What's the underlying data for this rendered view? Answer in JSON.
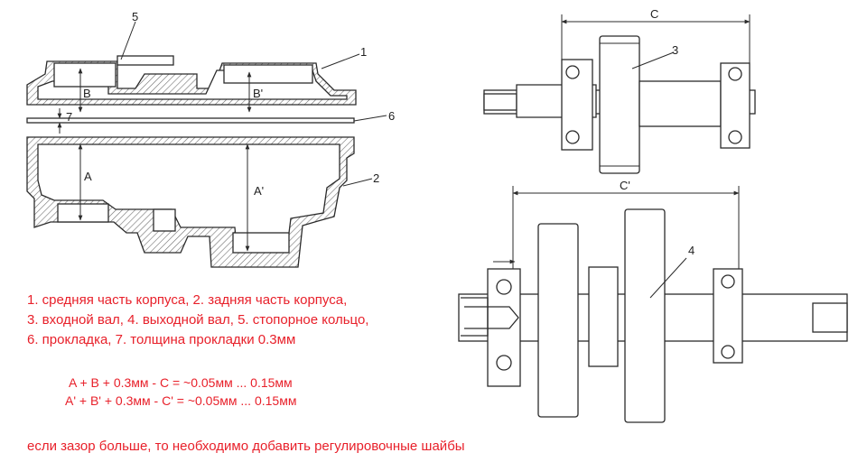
{
  "colors": {
    "line": "#2b2b2b",
    "hatch": "#7d7d7d",
    "fill": "#ffffff",
    "legend_red": "#e8202a"
  },
  "left_drawing": {
    "callout_numbers": {
      "n1": "1",
      "n2": "2",
      "n5": "5",
      "n6": "6",
      "n7": "7"
    },
    "dims": {
      "A": "A",
      "A_prime": "A'",
      "B": "B",
      "B_prime": "B'"
    }
  },
  "right_drawing": {
    "dims": {
      "C": "C",
      "C_prime": "C'"
    },
    "callout_numbers": {
      "n3": "3",
      "n4": "4"
    }
  },
  "legend": {
    "line1": "1. средняя часть корпуса, 2. задняя часть корпуса,",
    "line2": "3. входной вал, 4. выходной вал, 5. стопорное кольцо,",
    "line3": "6. прокладка, 7. толщина прокладки 0.3мм"
  },
  "formulas": {
    "f1": "A + B + 0.3мм - C = ~0.05мм ... 0.15мм",
    "f2": "A' + B' + 0.3мм - C' = ~0.05мм ... 0.15мм"
  },
  "note": "если зазор больше, то необходимо добавить регулировочные шайбы"
}
